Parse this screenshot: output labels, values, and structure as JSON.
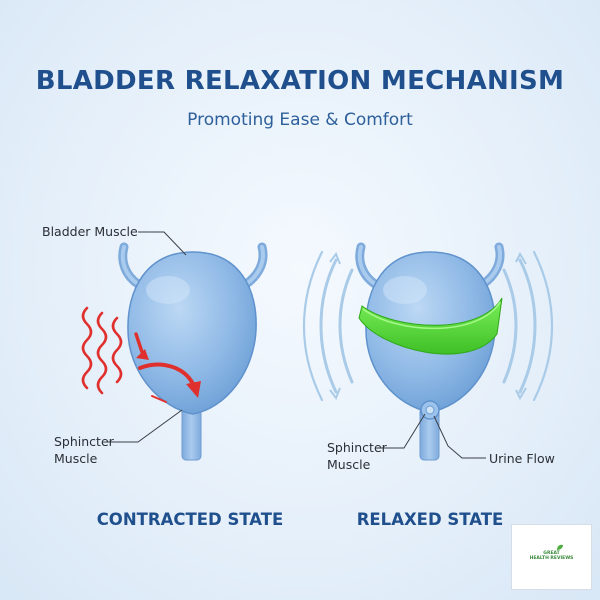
{
  "title": "BLADDER RELAXATION MECHANISM",
  "subtitle": "Promoting Ease & Comfort",
  "left": {
    "muscle_label": "Bladder Muscle",
    "sphincter_label_line1": "Sphincter",
    "sphincter_label_line2": "Muscle",
    "state_label": "CONTRACTED STATE"
  },
  "right": {
    "sphincter_label_line1": "Sphincter",
    "sphincter_label_line2": "Muscle",
    "flow_label": "Urine Flow",
    "state_label": "RELAXED STATE"
  },
  "logo": {
    "line1": "GREAT",
    "line2": "HEALTH REVIEWS"
  },
  "colors": {
    "bladder": "#8fb9e6",
    "heat": "#e0302e",
    "band": "#5fdc3c",
    "title": "#1f4f8c"
  }
}
